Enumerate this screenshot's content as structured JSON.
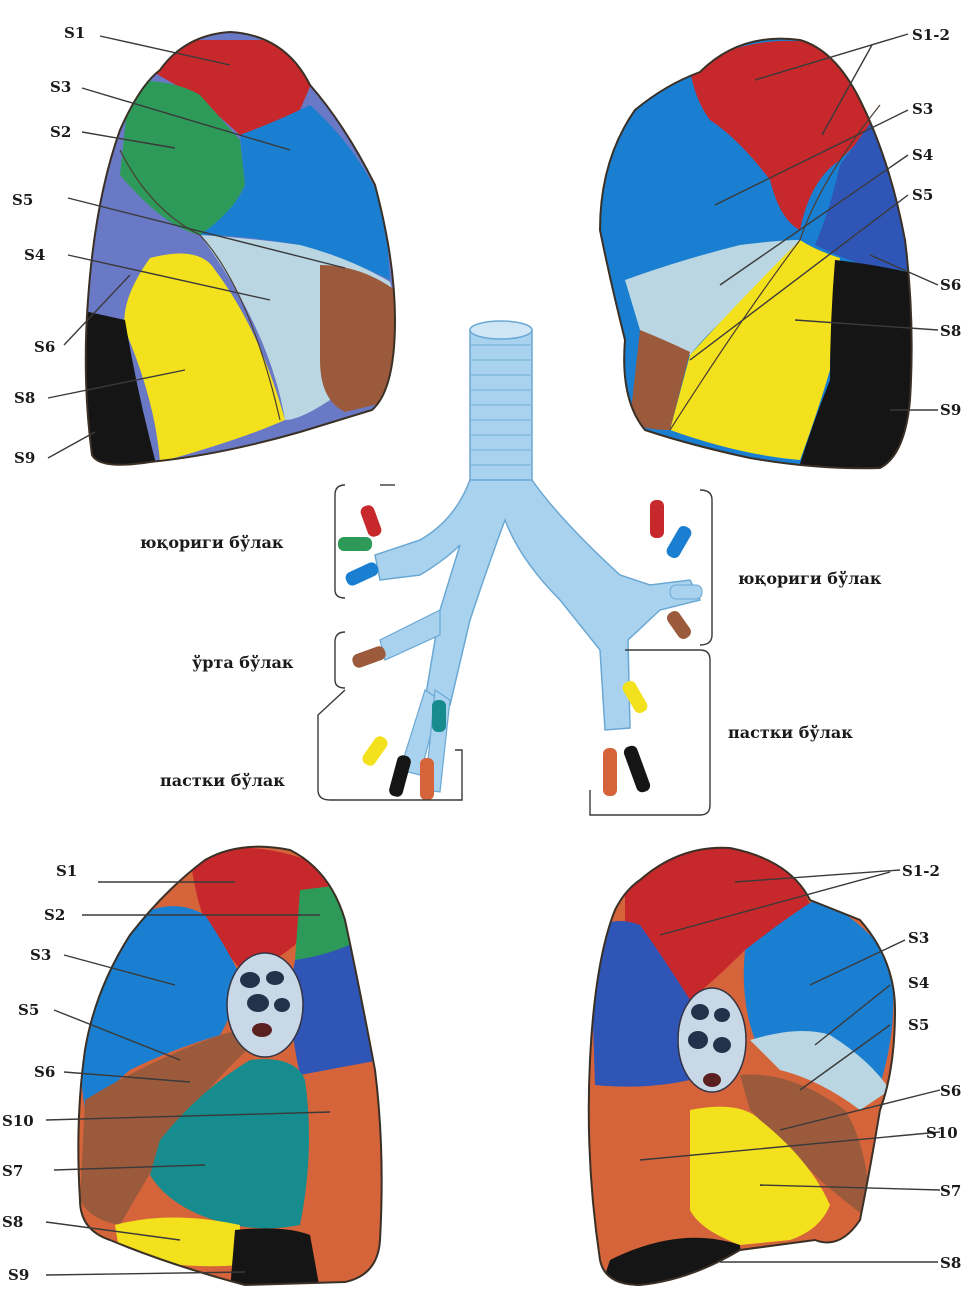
{
  "colors": {
    "red": "#c7282b",
    "blue": "#1a7fd0",
    "green": "#2e9a5a",
    "lightblue": "#b9d6e2",
    "brown": "#9b5a3c",
    "yellow": "#f4e11d",
    "black": "#151515",
    "violet": "#6a79c6",
    "darkblue": "#2f55b6",
    "teal": "#168c8e",
    "orange": "#d5643a",
    "bronchus": "#a9d2ee",
    "bronchus_dark": "#6aa8d4"
  },
  "top_left_labels": [
    "S1",
    "S3",
    "S2",
    "S5",
    "S4",
    "S6",
    "S8",
    "S9"
  ],
  "top_right_labels": [
    "S1-2",
    "S3",
    "S4",
    "S5",
    "S6",
    "S8",
    "S9"
  ],
  "bottom_left_labels": [
    "S1",
    "S2",
    "S3",
    "S5",
    "S6",
    "S10",
    "S7",
    "S8",
    "S9"
  ],
  "bottom_right_labels": [
    "S1-2",
    "S3",
    "S4",
    "S5",
    "S6",
    "S10",
    "S7",
    "S8"
  ],
  "bronchus_labels": {
    "left_upper": "юқориги бўлак",
    "left_middle": "ўрта бўлак",
    "left_lower": "пастки бўлак",
    "right_upper": "юқориги бўлак",
    "right_lower": "пастки бўлак"
  }
}
